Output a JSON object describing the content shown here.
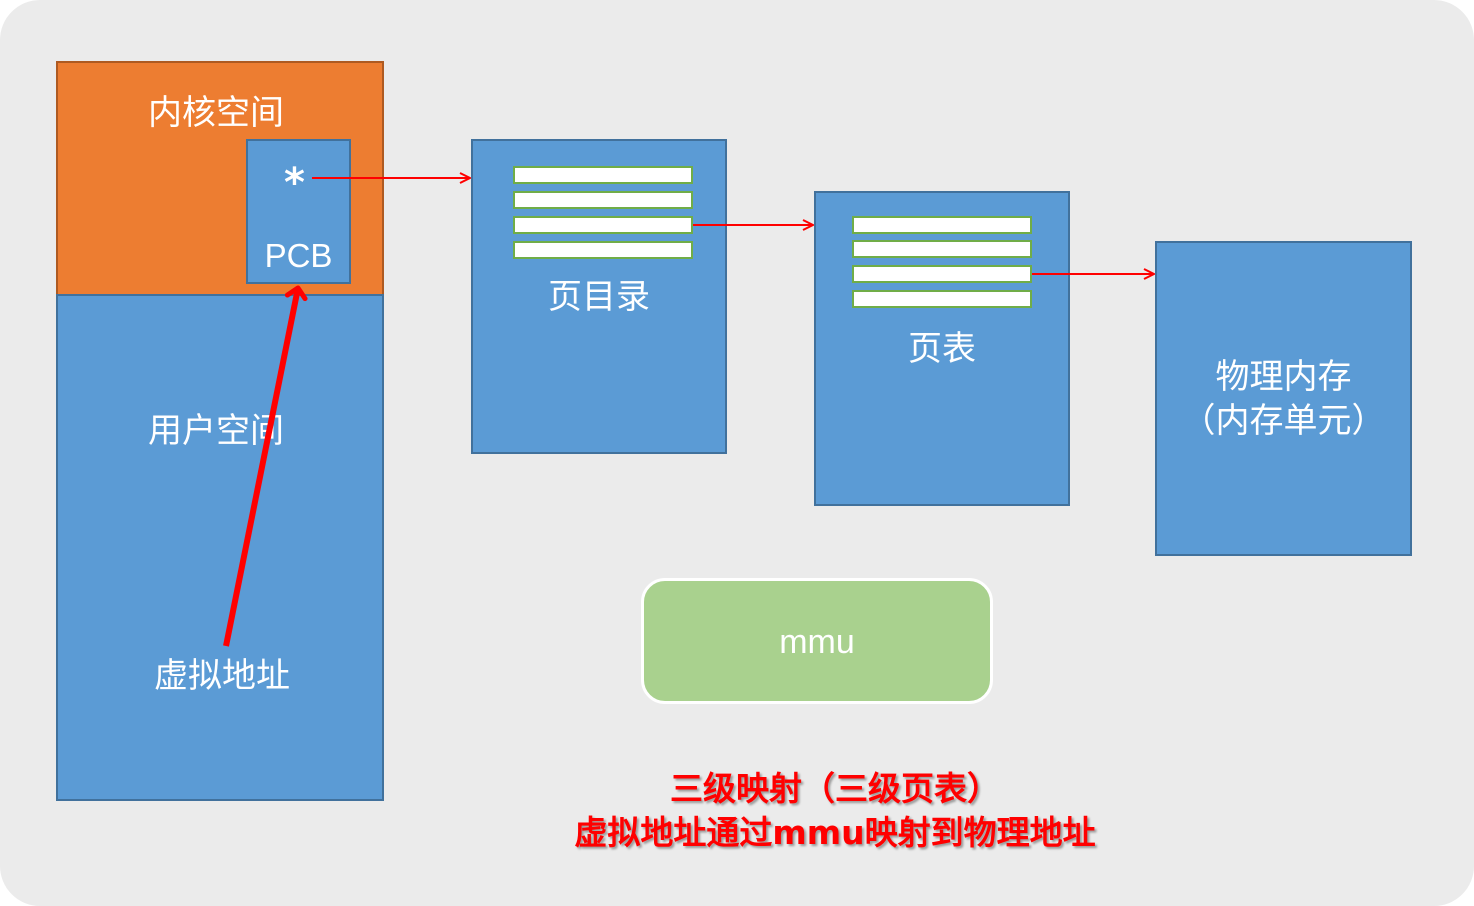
{
  "process_space": {
    "kernel_label": "内核空间",
    "user_label": "用户空间",
    "virtual_address_label": "虚拟地址",
    "pcb": {
      "pointer_symbol": "*",
      "label": "PCB"
    }
  },
  "page_directory": {
    "label": "页目录"
  },
  "page_table": {
    "label": "页表"
  },
  "physical_memory": {
    "label_line1": "物理内存",
    "label_line2": "（内存单元）"
  },
  "mmu": {
    "label": "mmu"
  },
  "captions": {
    "line1": "三级映射（三级页表）",
    "line2": "虚拟地址通过mmu映射到物理地址"
  },
  "colors": {
    "background": "#ebebeb",
    "box_blue": "#5b9bd5",
    "kernel_orange": "#ed7d31",
    "mmu_green": "#a9d18e",
    "row_border_green": "#70ad47",
    "arrow_red": "#ff0000"
  }
}
